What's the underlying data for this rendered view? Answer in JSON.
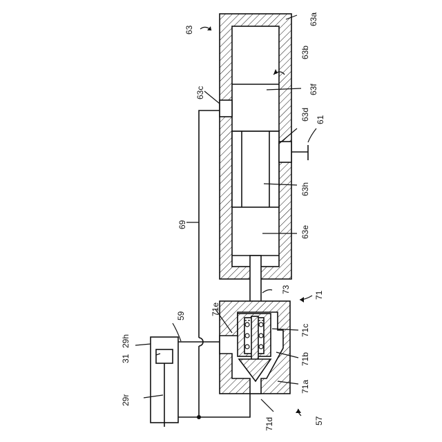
{
  "labels": {
    "l63": "63",
    "l63a": "63a",
    "l63b": "63b",
    "l63c": "63c",
    "l63d": "63d",
    "l63e": "63e",
    "l63f": "63f",
    "l63h": "63h",
    "l61": "61",
    "l69": "69",
    "l73": "73",
    "l71": "71",
    "l71a": "71a",
    "l71b": "71b",
    "l71c": "71c",
    "l71d": "71d",
    "l71e": "71e",
    "l59": "59",
    "l29h": "29h",
    "l29r": "29r",
    "l31": "31",
    "l57": "57"
  }
}
